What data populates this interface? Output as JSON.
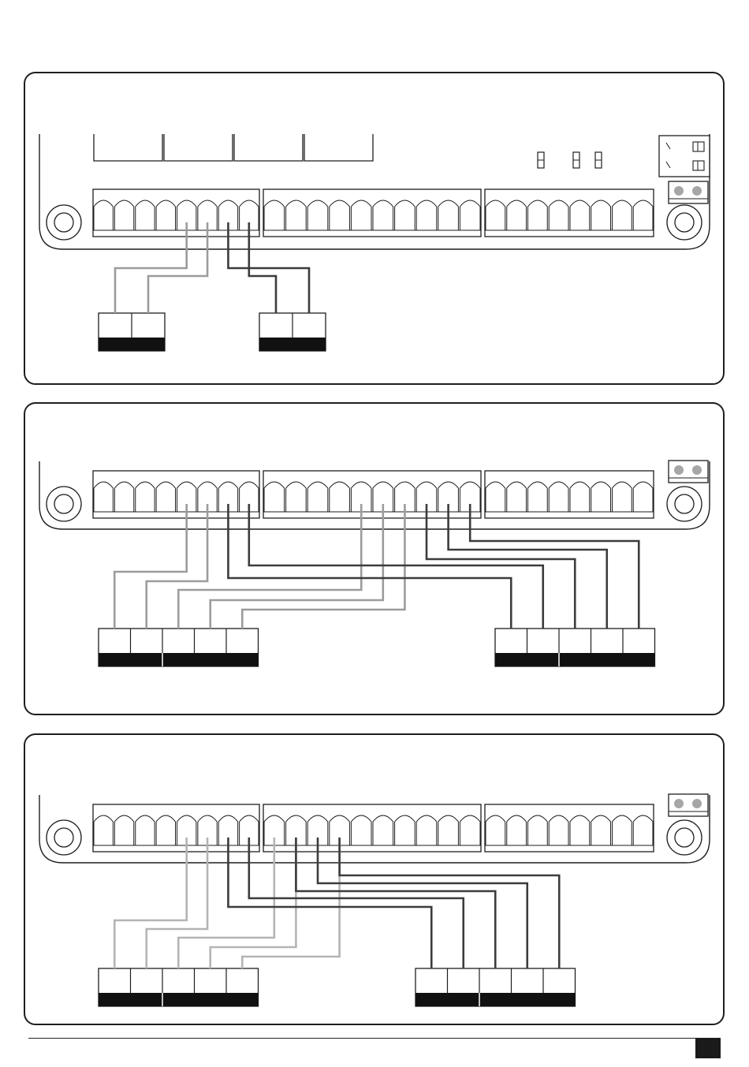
{
  "colors": {
    "outline": "#1e1e1e",
    "wire_light": "#9c9c9c",
    "wire_lighter": "#b4b4b4",
    "wire_dark": "#3c3c3c",
    "connector_band": "#111111",
    "button_fill": "#a6a6a6",
    "page_mark": "#1a1a1a"
  },
  "icons": [
    "mounting-hole-icon",
    "dip-switch-icon",
    "jumper-icon",
    "trimmer-icon"
  ],
  "panels": [
    {
      "name": "panel-1",
      "fuse_blocks": 4,
      "jumpers": 3,
      "dip_switch": true,
      "wires": [
        {
          "from_block": 0,
          "pin": 4,
          "to_connector": 0,
          "pin_to": 0,
          "shade": "light"
        },
        {
          "from_block": 0,
          "pin": 5,
          "to_connector": 0,
          "pin_to": 1,
          "shade": "light"
        },
        {
          "from_block": 0,
          "pin": 6,
          "to_connector": 1,
          "pin_to": 1,
          "shade": "dark"
        },
        {
          "from_block": 0,
          "pin": 7,
          "to_connector": 1,
          "pin_to": 0,
          "shade": "dark"
        }
      ],
      "connectors": [
        {
          "pins": 2,
          "groups": [
            2
          ]
        },
        {
          "pins": 2,
          "groups": [
            2
          ]
        }
      ]
    },
    {
      "name": "panel-2",
      "fuse_blocks": 0,
      "jumpers": 0,
      "dip_switch": false,
      "wires": [
        {
          "from_block": 0,
          "pin": 4,
          "to_connector": 0,
          "pin_to": 0,
          "shade": "light"
        },
        {
          "from_block": 0,
          "pin": 5,
          "to_connector": 0,
          "pin_to": 1,
          "shade": "light"
        },
        {
          "from_block": 1,
          "pin": 4,
          "to_connector": 0,
          "pin_to": 2,
          "shade": "light"
        },
        {
          "from_block": 1,
          "pin": 5,
          "to_connector": 0,
          "pin_to": 3,
          "shade": "light"
        },
        {
          "from_block": 1,
          "pin": 6,
          "to_connector": 0,
          "pin_to": 4,
          "shade": "light"
        },
        {
          "from_block": 0,
          "pin": 6,
          "to_connector": 1,
          "pin_to": 0,
          "shade": "dark"
        },
        {
          "from_block": 0,
          "pin": 7,
          "to_connector": 1,
          "pin_to": 1,
          "shade": "dark"
        },
        {
          "from_block": 1,
          "pin": 7,
          "to_connector": 1,
          "pin_to": 2,
          "shade": "dark"
        },
        {
          "from_block": 1,
          "pin": 8,
          "to_connector": 1,
          "pin_to": 3,
          "shade": "dark"
        },
        {
          "from_block": 1,
          "pin": 9,
          "to_connector": 1,
          "pin_to": 4,
          "shade": "dark"
        }
      ],
      "connectors": [
        {
          "pins": 5,
          "groups": [
            2,
            3
          ]
        },
        {
          "pins": 5,
          "groups": [
            2,
            3
          ]
        }
      ]
    },
    {
      "name": "panel-3",
      "fuse_blocks": 0,
      "jumpers": 0,
      "dip_switch": false,
      "wires": [
        {
          "from_block": 0,
          "pin": 4,
          "to_connector": 0,
          "pin_to": 0,
          "shade": "lighter"
        },
        {
          "from_block": 0,
          "pin": 5,
          "to_connector": 0,
          "pin_to": 1,
          "shade": "lighter"
        },
        {
          "from_block": 1,
          "pin": 0,
          "to_connector": 0,
          "pin_to": 2,
          "shade": "lighter"
        },
        {
          "from_block": 1,
          "pin": 1,
          "to_connector": 0,
          "pin_to": 3,
          "shade": "lighter"
        },
        {
          "from_block": 1,
          "pin": 3,
          "to_connector": 0,
          "pin_to": 4,
          "shade": "lighter"
        },
        {
          "from_block": 0,
          "pin": 6,
          "to_connector": 1,
          "pin_to": 0,
          "shade": "dark"
        },
        {
          "from_block": 0,
          "pin": 7,
          "to_connector": 1,
          "pin_to": 1,
          "shade": "dark"
        },
        {
          "from_block": 1,
          "pin": 1,
          "to_connector": 1,
          "pin_to": 2,
          "shade": "dark"
        },
        {
          "from_block": 1,
          "pin": 2,
          "to_connector": 1,
          "pin_to": 3,
          "shade": "dark"
        },
        {
          "from_block": 1,
          "pin": 3,
          "to_connector": 1,
          "pin_to": 4,
          "shade": "dark"
        }
      ],
      "connectors": [
        {
          "pins": 5,
          "groups": [
            2,
            3
          ]
        },
        {
          "pins": 5,
          "groups": [
            2,
            3
          ]
        }
      ]
    }
  ]
}
